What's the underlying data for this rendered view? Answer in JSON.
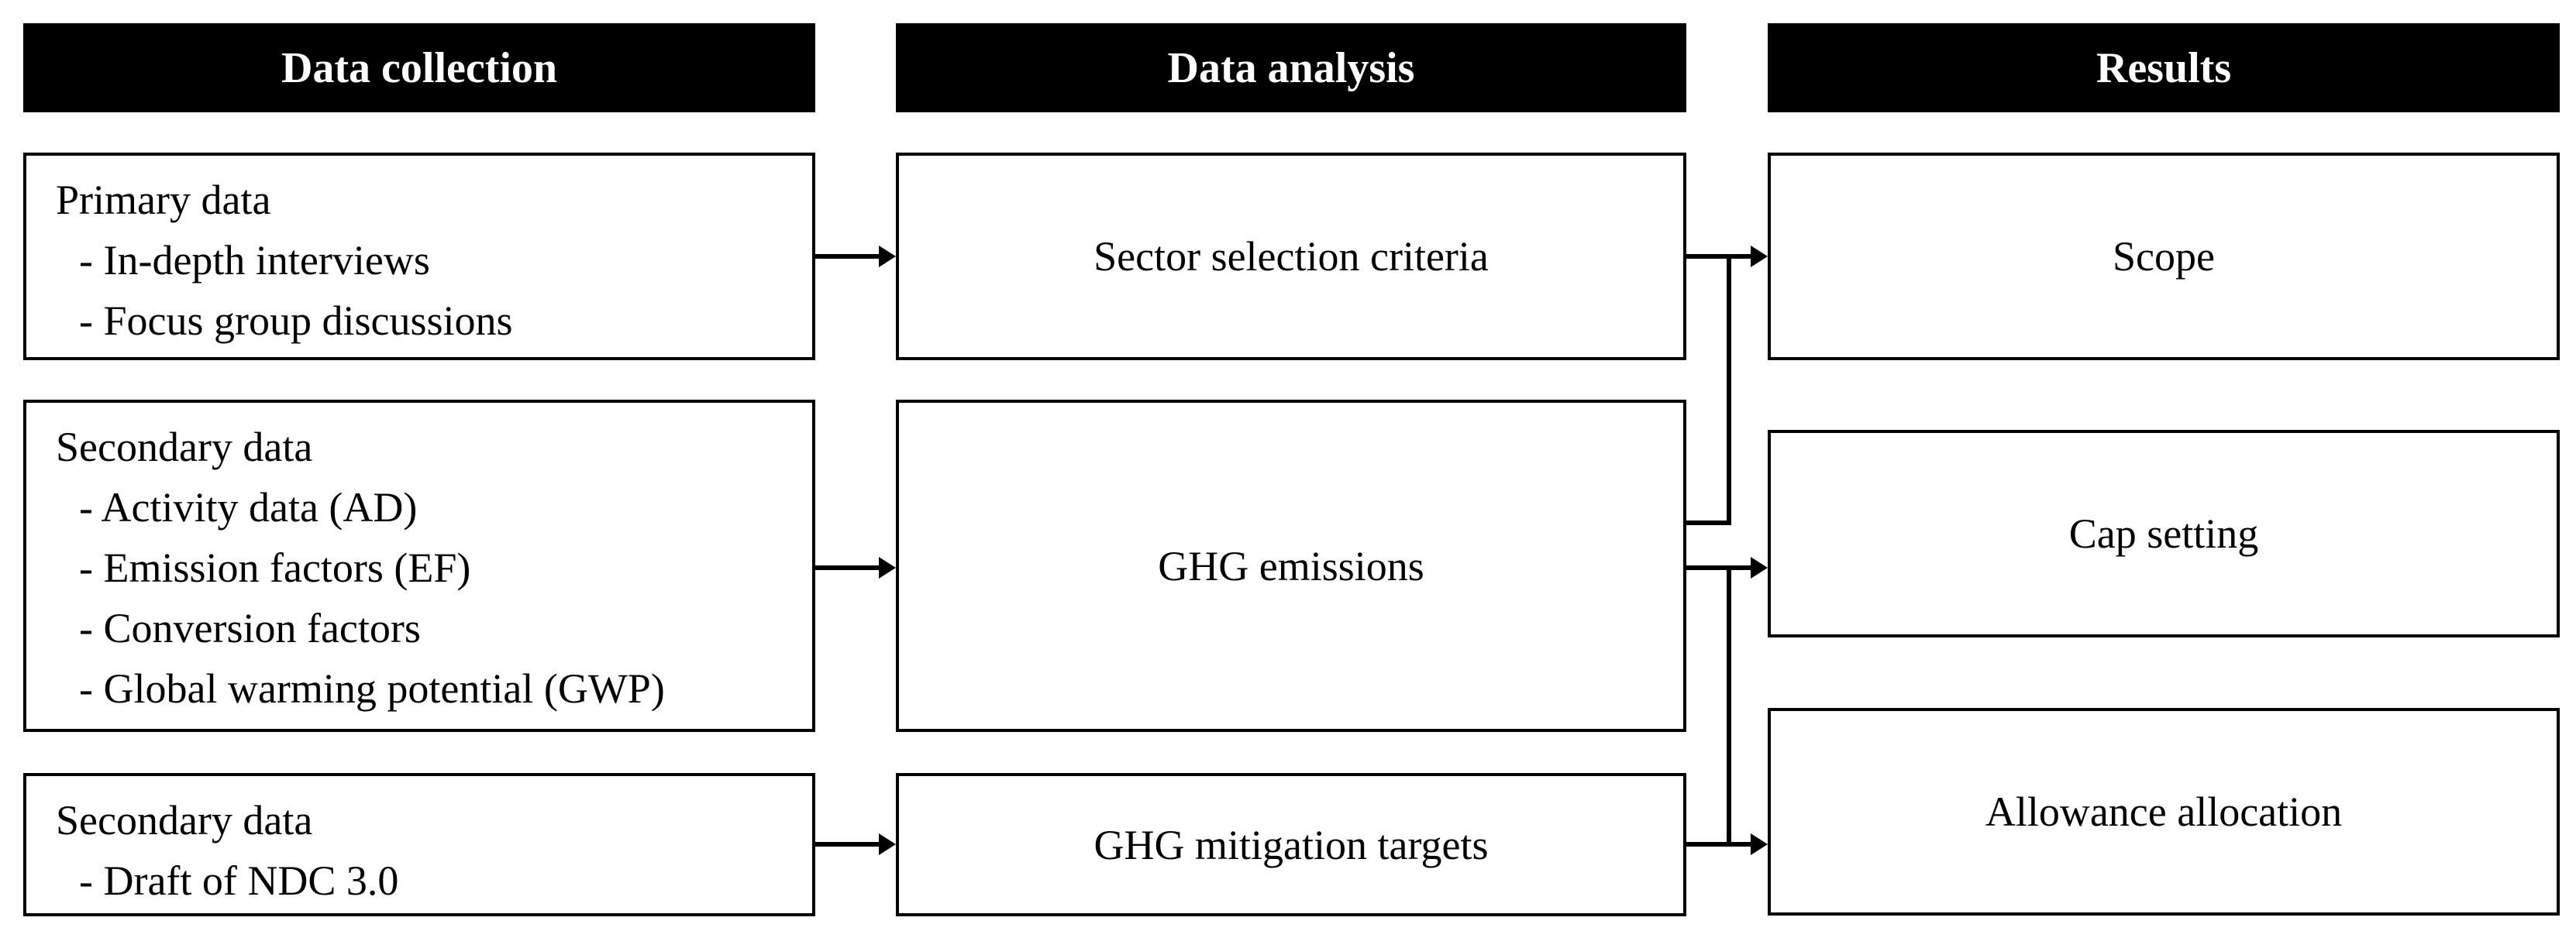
{
  "headers": {
    "collection": "Data collection",
    "analysis": "Data analysis",
    "results": "Results"
  },
  "collection": {
    "primary": {
      "title": "Primary data",
      "items": [
        "- In-depth interviews",
        "- Focus group discussions"
      ]
    },
    "secondary1": {
      "title": "Secondary data",
      "items": [
        "- Activity data (AD)",
        "- Emission factors (EF)",
        "- Conversion factors",
        "- Global warming potential (GWP)"
      ]
    },
    "secondary2": {
      "title": "Secondary data",
      "items": [
        "- Draft of NDC 3.0"
      ]
    }
  },
  "analysis": {
    "sector": "Sector selection criteria",
    "ghg": "GHG emissions",
    "mitigation": "GHG mitigation targets"
  },
  "results": {
    "scope": "Scope",
    "cap": "Cap setting",
    "allowance": "Allowance allocation"
  }
}
